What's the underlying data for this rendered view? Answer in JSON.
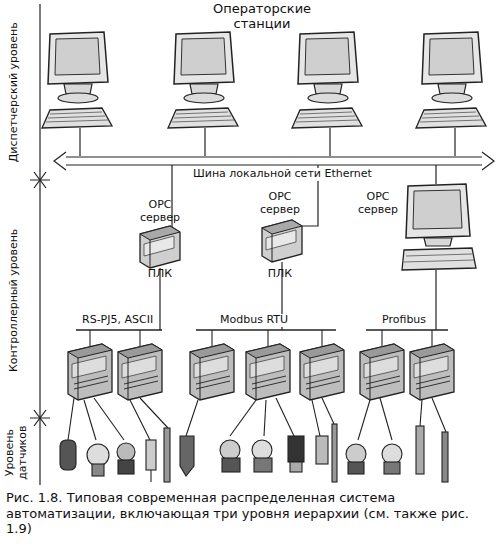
{
  "diagram": {
    "caption": "Рис. 1.8. Типовая современная распределенная система автоматизации, включающая три уровня иерархии (см. также рис. 1.9)",
    "nodes": [
      {
        "text": [
          "OPC сервер",
          "ПЛК"
        ]
      },
      {
        "text": [
          "OPC сервер",
          "ПЛК"
        ]
      },
      {
        "text": [
          "OPC сервер"
        ]
      }
    ],
    "labels": [
      "Операторские станции",
      "Диспетчерский уровень",
      "Контроллерный уровень",
      "Уровень датчиков",
      "Шина локальной сети Ethernet",
      "RS-PJ5, ASCII",
      "Modbus RTU",
      "Profibus"
    ]
  }
}
